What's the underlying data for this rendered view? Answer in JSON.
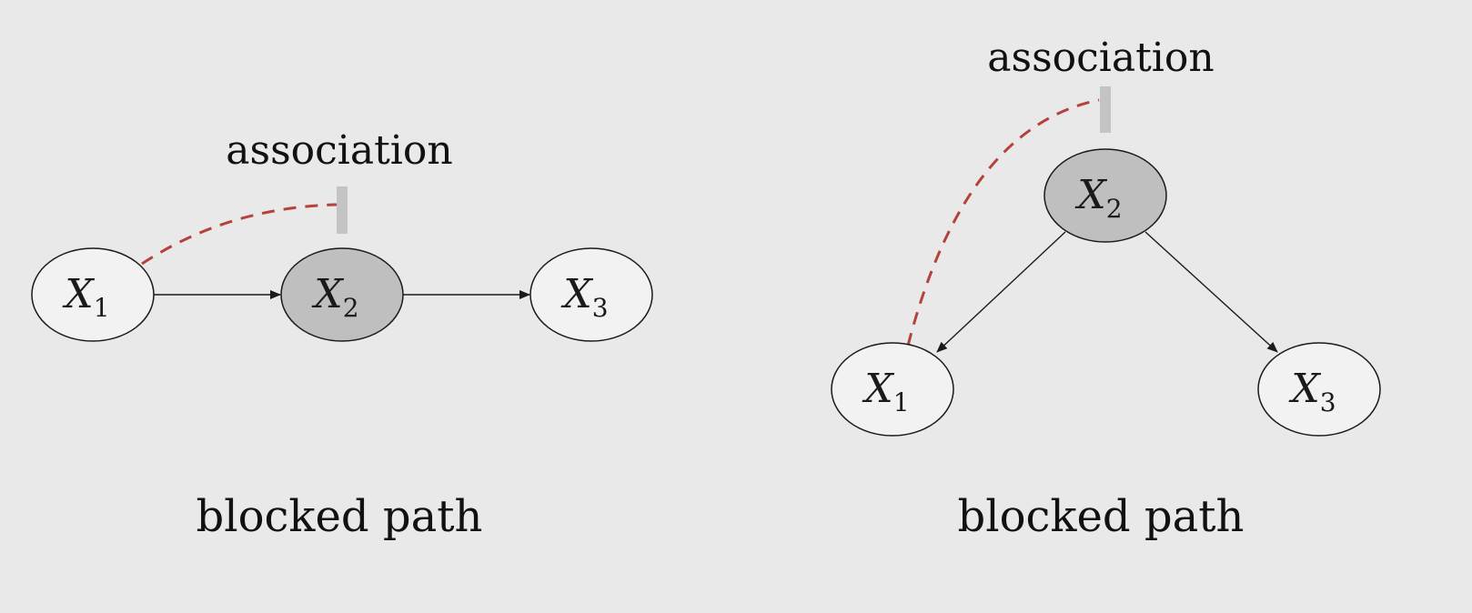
{
  "colors": {
    "background": "#e9e9e9",
    "node_fill": "#f2f2f2",
    "conditioned_node_fill": "#bfbfbf",
    "association_line": "#b5413b",
    "association_marker": "#c4c4c4"
  },
  "left_diagram": {
    "association_label": "association",
    "caption": "blocked path",
    "nodes": [
      {
        "var": "X",
        "sub": "1",
        "conditioned": false
      },
      {
        "var": "X",
        "sub": "2",
        "conditioned": true
      },
      {
        "var": "X",
        "sub": "3",
        "conditioned": false
      }
    ],
    "edges": [
      {
        "from": "X1",
        "to": "X2"
      },
      {
        "from": "X2",
        "to": "X3"
      }
    ],
    "association_between": [
      "X1",
      "X2"
    ]
  },
  "right_diagram": {
    "association_label": "association",
    "caption": "blocked path",
    "nodes": [
      {
        "var": "X",
        "sub": "2",
        "conditioned": true
      },
      {
        "var": "X",
        "sub": "1",
        "conditioned": false
      },
      {
        "var": "X",
        "sub": "3",
        "conditioned": false
      }
    ],
    "edges": [
      {
        "from": "X2",
        "to": "X1"
      },
      {
        "from": "X2",
        "to": "X3"
      }
    ],
    "association_between": [
      "X1",
      "X2"
    ]
  }
}
